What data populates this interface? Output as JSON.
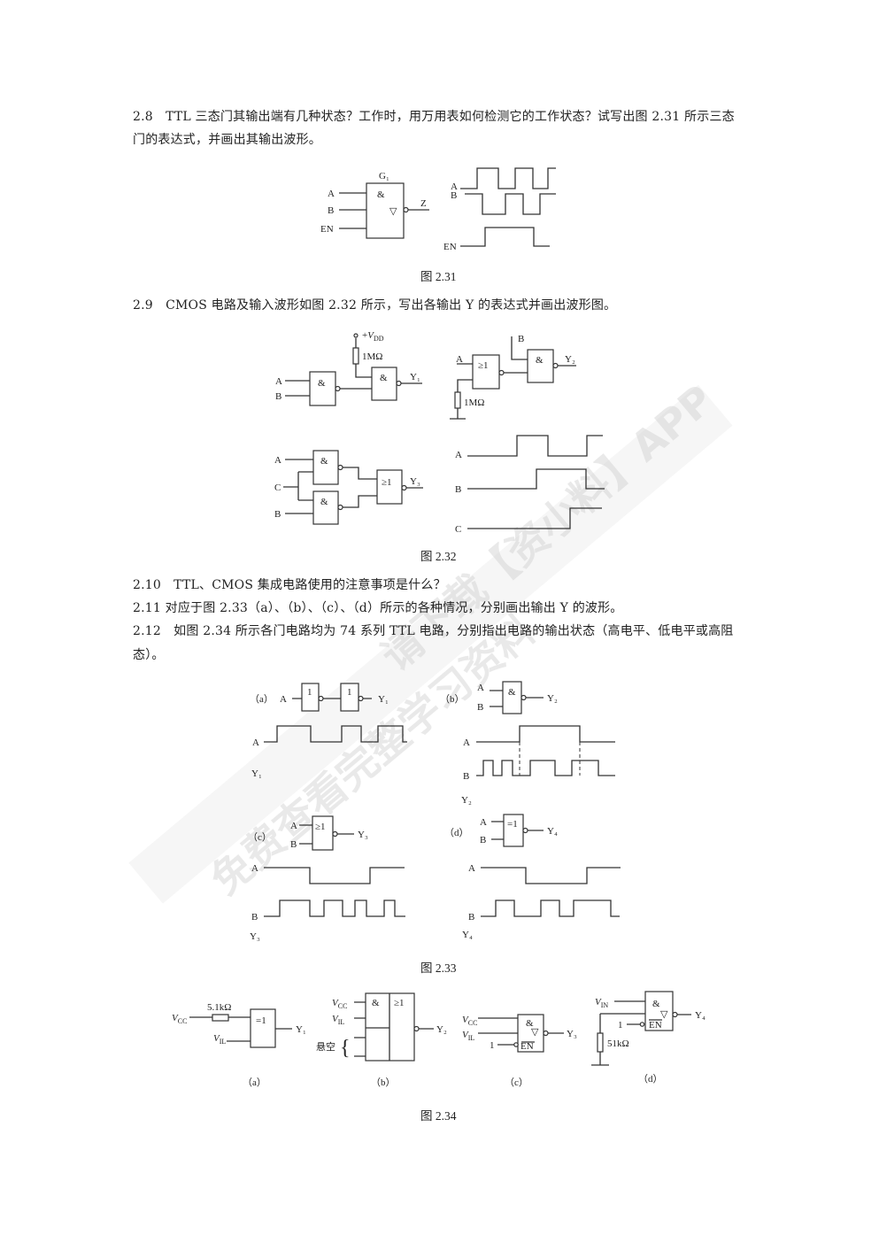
{
  "questions": {
    "q2_8_line1": "2.8　TTL 三态门其输出端有几种状态？工作时，用万用表如何检测它的工作状态？试写出图 2.31 所示三态",
    "q2_8_line2": "门的表达式，并画出其输出波形。",
    "q2_9": "2.9　CMOS 电路及输入波形如图 2.32 所示，写出各输出 Y 的表达式并画出波形图。",
    "q2_10": "2.10　TTL、CMOS 集成电路使用的注意事项是什么？",
    "q2_11": "2.11 对应于图 2.33（a）、（b）、（c）、（d）所示的各种情况，分别画出输出 Y 的波形。",
    "q2_12_line1": "2.12　如图 2.34 所示各门电路均为 74 系列 TTL 电路，分别指出电路的输出状态（高电平、低电平或高阻",
    "q2_12_line2": "态）。"
  },
  "fig2_31": {
    "caption": "图 2.31",
    "gate_name": "G₁",
    "and": "&",
    "tri": "▽",
    "in_a": "A",
    "in_b": "B",
    "in_en": "EN",
    "out": "Z",
    "wave_a": "A",
    "wave_b": "B",
    "wave_en": "EN"
  },
  "fig2_32": {
    "caption": "图 2.32",
    "vdd_prefix": "+",
    "vdd_v": "V",
    "vdd_sub": "DD",
    "r1": "1MΩ",
    "r2": "1MΩ",
    "and": "&",
    "or": "≥1",
    "a": "A",
    "b": "B",
    "c": "C",
    "y1": "Y₁",
    "y2": "Y₂",
    "y3": "Y₃"
  },
  "fig2_33": {
    "caption": "图 2.33",
    "a_label": "（a）",
    "b_label": "（b）",
    "c_label": "（c）",
    "d_label": "（d）",
    "not": "1",
    "and": "&",
    "or": "≥1",
    "xor": "=1",
    "A": "A",
    "B": "B",
    "y1": "Y₁",
    "y2": "Y₂",
    "y3": "Y₃",
    "y4": "Y₄"
  },
  "fig2_34": {
    "caption": "图 2.34",
    "a_label": "（a）",
    "b_label": "（b）",
    "c_label": "（c）",
    "d_label": "（d）",
    "v": "V",
    "cc": "CC",
    "il": "IL",
    "in": "IN",
    "r_a": "5.1kΩ",
    "r_d": "51kΩ",
    "xor": "=1",
    "and": "&",
    "or": "≥1",
    "tri": "▽",
    "en": "EN",
    "one": "1",
    "floating": "悬空",
    "brace": "{",
    "y1": "Y₁",
    "y2": "Y₂",
    "y3": "Y₃",
    "y4": "Y₄"
  },
  "watermark": {
    "line1": "免费查看完整学习资料",
    "line2": "请下载【资小料】APP"
  }
}
